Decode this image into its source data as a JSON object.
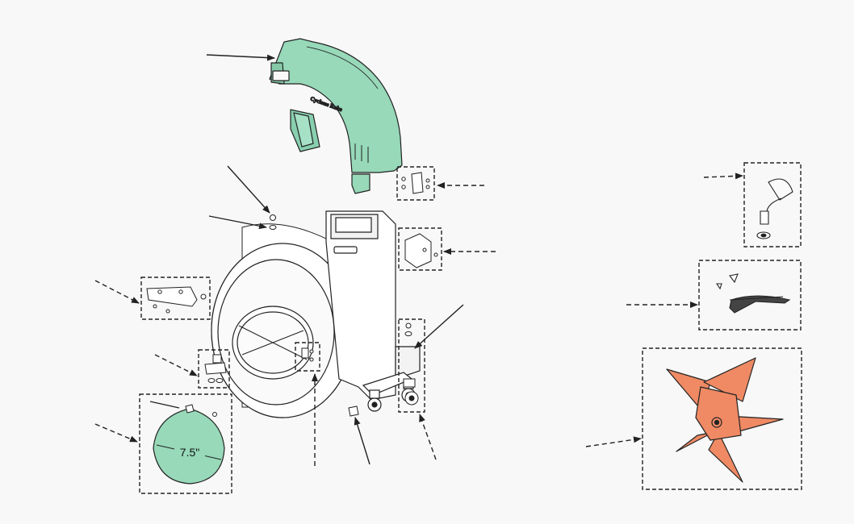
{
  "diagram": {
    "kind": "exploded-parts-view",
    "colors": {
      "background": "#f8f8f8",
      "line": "#222222",
      "discharge_chute": "#97d9b9",
      "impeller": "#ef8a64",
      "cover_plate": "#97d9b9"
    },
    "cover_plate": {
      "dimension_label": "7.5\""
    },
    "brand_mark": "Cyclone Rake",
    "callout_boxes": [
      "chute-latch-hardware",
      "frame-bracket-hardware",
      "hinge-bracket-hardware",
      "latch-clip-hardware",
      "cover-plate",
      "intake-flange-hardware",
      "caster-hardware",
      "pivot-ball-joint",
      "safety-glasses-and-earplugs",
      "impeller-blade"
    ]
  }
}
